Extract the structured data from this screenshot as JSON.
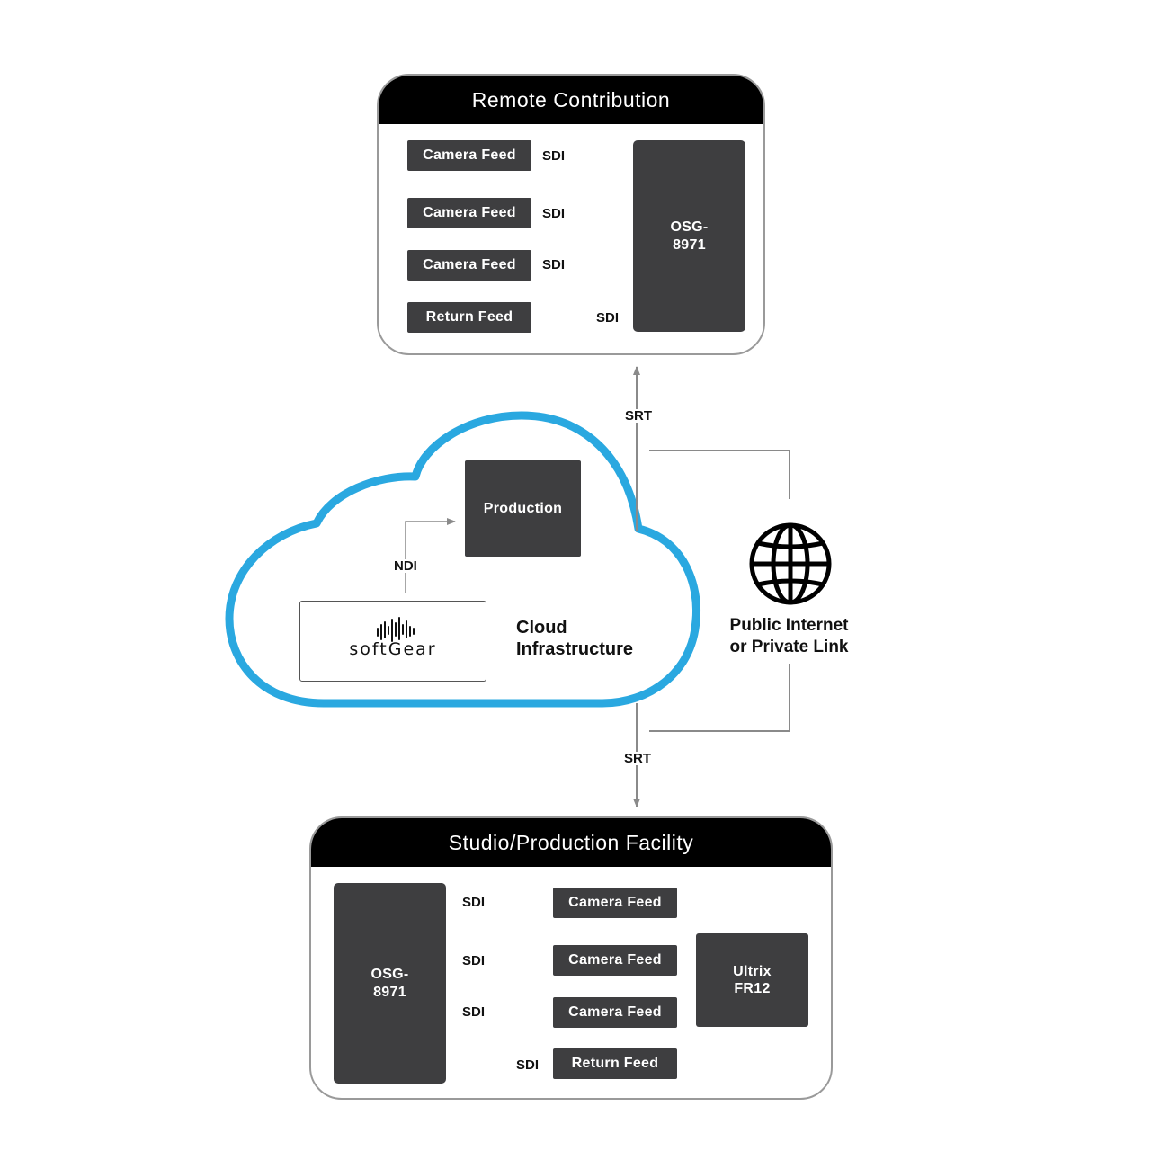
{
  "remote": {
    "title": "Remote Contribution",
    "feeds": [
      "Camera Feed",
      "Camera Feed",
      "Camera Feed",
      "Return Feed"
    ],
    "links": [
      "SDI",
      "SDI",
      "SDI",
      "SDI"
    ],
    "device": "OSG-\n8971"
  },
  "cloud": {
    "production": "Production",
    "ndi": "NDI",
    "label": "Cloud\nInfrastructure",
    "softgear_logo": "softGear",
    "color": "#2aa8e0"
  },
  "network": {
    "srt_top": "SRT",
    "srt_bottom": "SRT",
    "label": "Public Internet\nor Private Link",
    "icon": "globe-icon"
  },
  "studio": {
    "title": "Studio/Production Facility",
    "device": "OSG-\n8971",
    "links": [
      "SDI",
      "SDI",
      "SDI",
      "SDI"
    ],
    "feeds": [
      "Camera Feed",
      "Camera Feed",
      "Camera Feed",
      "Return Feed"
    ],
    "switcher": "Ultrix\nFR12"
  }
}
